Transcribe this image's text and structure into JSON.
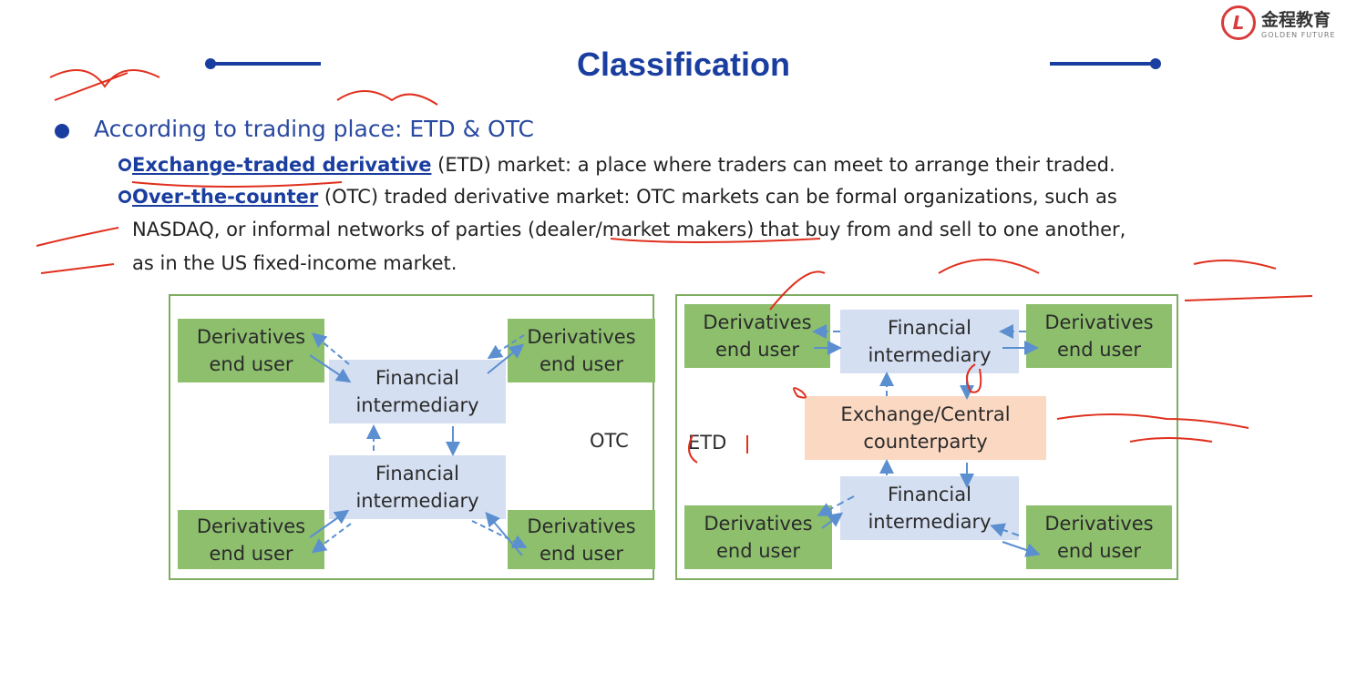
{
  "logo": {
    "cn": "金程教育",
    "en": "GOLDEN FUTURE"
  },
  "title": "Classification",
  "bullet": "According to trading place: ETD & OTC",
  "sub1": {
    "term": "Exchange-traded derivative",
    "rest": " (ETD) market: a place where traders can meet to arrange their traded."
  },
  "sub2": {
    "term": "Over-the-counter",
    "rest": " (OTC) traded derivative market: OTC markets can be formal organizations, such as",
    "line2": "NASDAQ, or informal networks of parties (dealer/market makers) that buy from and sell to one another,",
    "line3": "as in the US fixed-income market."
  },
  "otc": {
    "label": "OTC",
    "end_user": "Derivatives end user",
    "intermediary": "Financial intermediary"
  },
  "etd": {
    "label": "ETD",
    "end_user": "Derivatives end user",
    "intermediary": "Financial intermediary",
    "ccp": "Exchange/Central counterparty"
  },
  "colors": {
    "accent": "#1a3ea0",
    "green": "#8dbf6d",
    "blue": "#d5dff2",
    "orange": "#fbd8c2",
    "ink": "#e0301e"
  }
}
